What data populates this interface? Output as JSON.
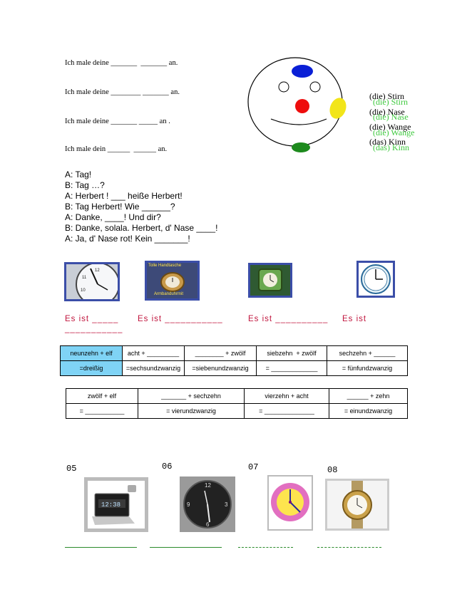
{
  "sentences": [
    "Ich male deine _______  _______ an.",
    "Ich male deine ________ _______ an.",
    "Ich male deine _______ _____ an .",
    "Ich male dein ______  ______ an."
  ],
  "face_labels": {
    "black": [
      "(die) Stirn",
      "(die) Nase",
      "(die) Wange",
      "(das) Kinn"
    ],
    "green": [
      "(die) Stirn",
      "(die) Nase",
      "(die) Wange",
      "(das) Kinn"
    ]
  },
  "face_colors": {
    "forehead": "#0a1fd6",
    "nose": "#ee0d0d",
    "cheek": "#f2e51a",
    "chin": "#1d8a1d"
  },
  "dialog": [
    "A: Tag!",
    "B: Tag …?",
    "A: Herbert ! ___ heiße Herbert!",
    "B: Tag Herbert! Wie ______?",
    "A: Danke, ____! Und dir?",
    "B: Danke, solala. Herbert, d' Nase ____!",
    "A: Ja, d' Nase rot! Kein _______!"
  ],
  "clock_pictures": {
    "p1": "Wall clock near eleven",
    "p2_caption_top": "Tolle Handtasche",
    "p2_caption_bottom": "Armbanduhrmit",
    "p3": "Green alarm clock",
    "p4": "Clock face"
  },
  "es_ist": [
    "Es ist _____",
    "Es ist ___________",
    "Es ist __________",
    "Es ist"
  ],
  "es_ist_continuation": "___________",
  "table1": {
    "row1": [
      "neunzehn + elf",
      "acht + _________",
      "________ + zwölf",
      "siebzehn  + zwölf",
      "sechzehn + ______"
    ],
    "row2": [
      "=dreißig",
      "=sechsundzwanzig",
      "=siebenundzwanzig",
      "= _____________",
      "= fünfundzwanzig"
    ],
    "highlight_color": "#7fd3f5"
  },
  "table2": {
    "row1": [
      "zwölf + elf",
      "_______ + sechzehn",
      "vierzehn + acht",
      "______ + zehn"
    ],
    "row2": [
      "= ___________",
      "= vierundzwanzig",
      "= ______________",
      "= einundzwanzig"
    ]
  },
  "numbers": [
    "05",
    "06",
    "07",
    "08"
  ]
}
